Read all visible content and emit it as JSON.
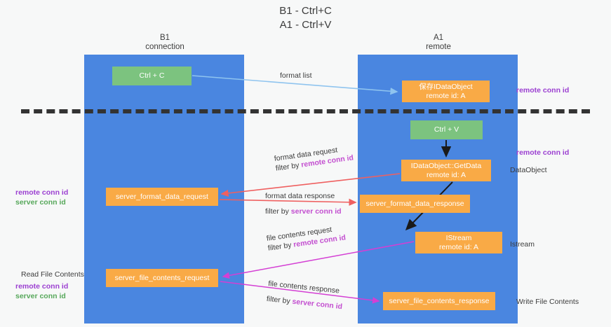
{
  "title": "B1 - Ctrl+C\nA1 - Ctrl+V",
  "lanes": {
    "left": {
      "name": "B1",
      "role": "connection",
      "header": "B1\nconnection",
      "color": "#4a86e0"
    },
    "right": {
      "name": "A1",
      "role": "remote",
      "header": "A1\nremote",
      "color": "#4a86e0"
    }
  },
  "colors": {
    "lane": "#4a86e0",
    "green_node": "#7cc37f",
    "orange_node": "#f9aa46",
    "purple_text": "#9b3fd1",
    "green_text": "#57a85b",
    "red_arrow": "#ef6060",
    "magenta_arrow": "#d43fd4",
    "blue_arrow": "#8fc4ef",
    "black_arrow": "#1a1a1a",
    "divider": "#333333",
    "background": "#f7f8f8"
  },
  "nodes": {
    "ctrl_c": "Ctrl + C",
    "idataobject": "保存IDataObject\nremote id: A",
    "ctrl_v": "Ctrl + V",
    "getdata": "IDataObject::GetData\nremote id: A",
    "server_format_data_response": "server_format_data_response",
    "istream": "IStream\nremote id: A",
    "server_format_data_request": "server_format_data_request",
    "server_file_contents_request": "server_file_contents_request",
    "server_file_contents_response": "server_file_contents_response"
  },
  "edge_labels": {
    "format_list": "format list",
    "format_data_request": "format data request",
    "format_data_request_filter_prefix": "filter by ",
    "format_data_request_filter_value": "remote conn id",
    "format_data_response": "format data response",
    "format_data_response_filter_prefix": "filter by ",
    "format_data_response_filter_value": "server conn id",
    "file_contents_request": "file contents request",
    "file_contents_request_filter_prefix": "filter by ",
    "file_contents_request_filter_value": "remote conn id",
    "file_contents_response": "file contents response",
    "file_contents_response_filter_prefix": "filter by ",
    "file_contents_response_filter_value": "server conn id"
  },
  "annotations": {
    "right_remote_conn_id_top": "remote conn id",
    "right_remote_conn_id_mid": "remote conn id",
    "right_dataobject": "DataObject",
    "right_istream": "Istream",
    "right_write_file_contents": "Write File Contents",
    "left_remote_conn_id_mid": "remote conn id",
    "left_server_conn_id_mid": "server conn id",
    "left_read_file_contents": "Read File Contents",
    "left_remote_conn_id_bot": "remote conn id",
    "left_server_conn_id_bot": "server conn id"
  }
}
